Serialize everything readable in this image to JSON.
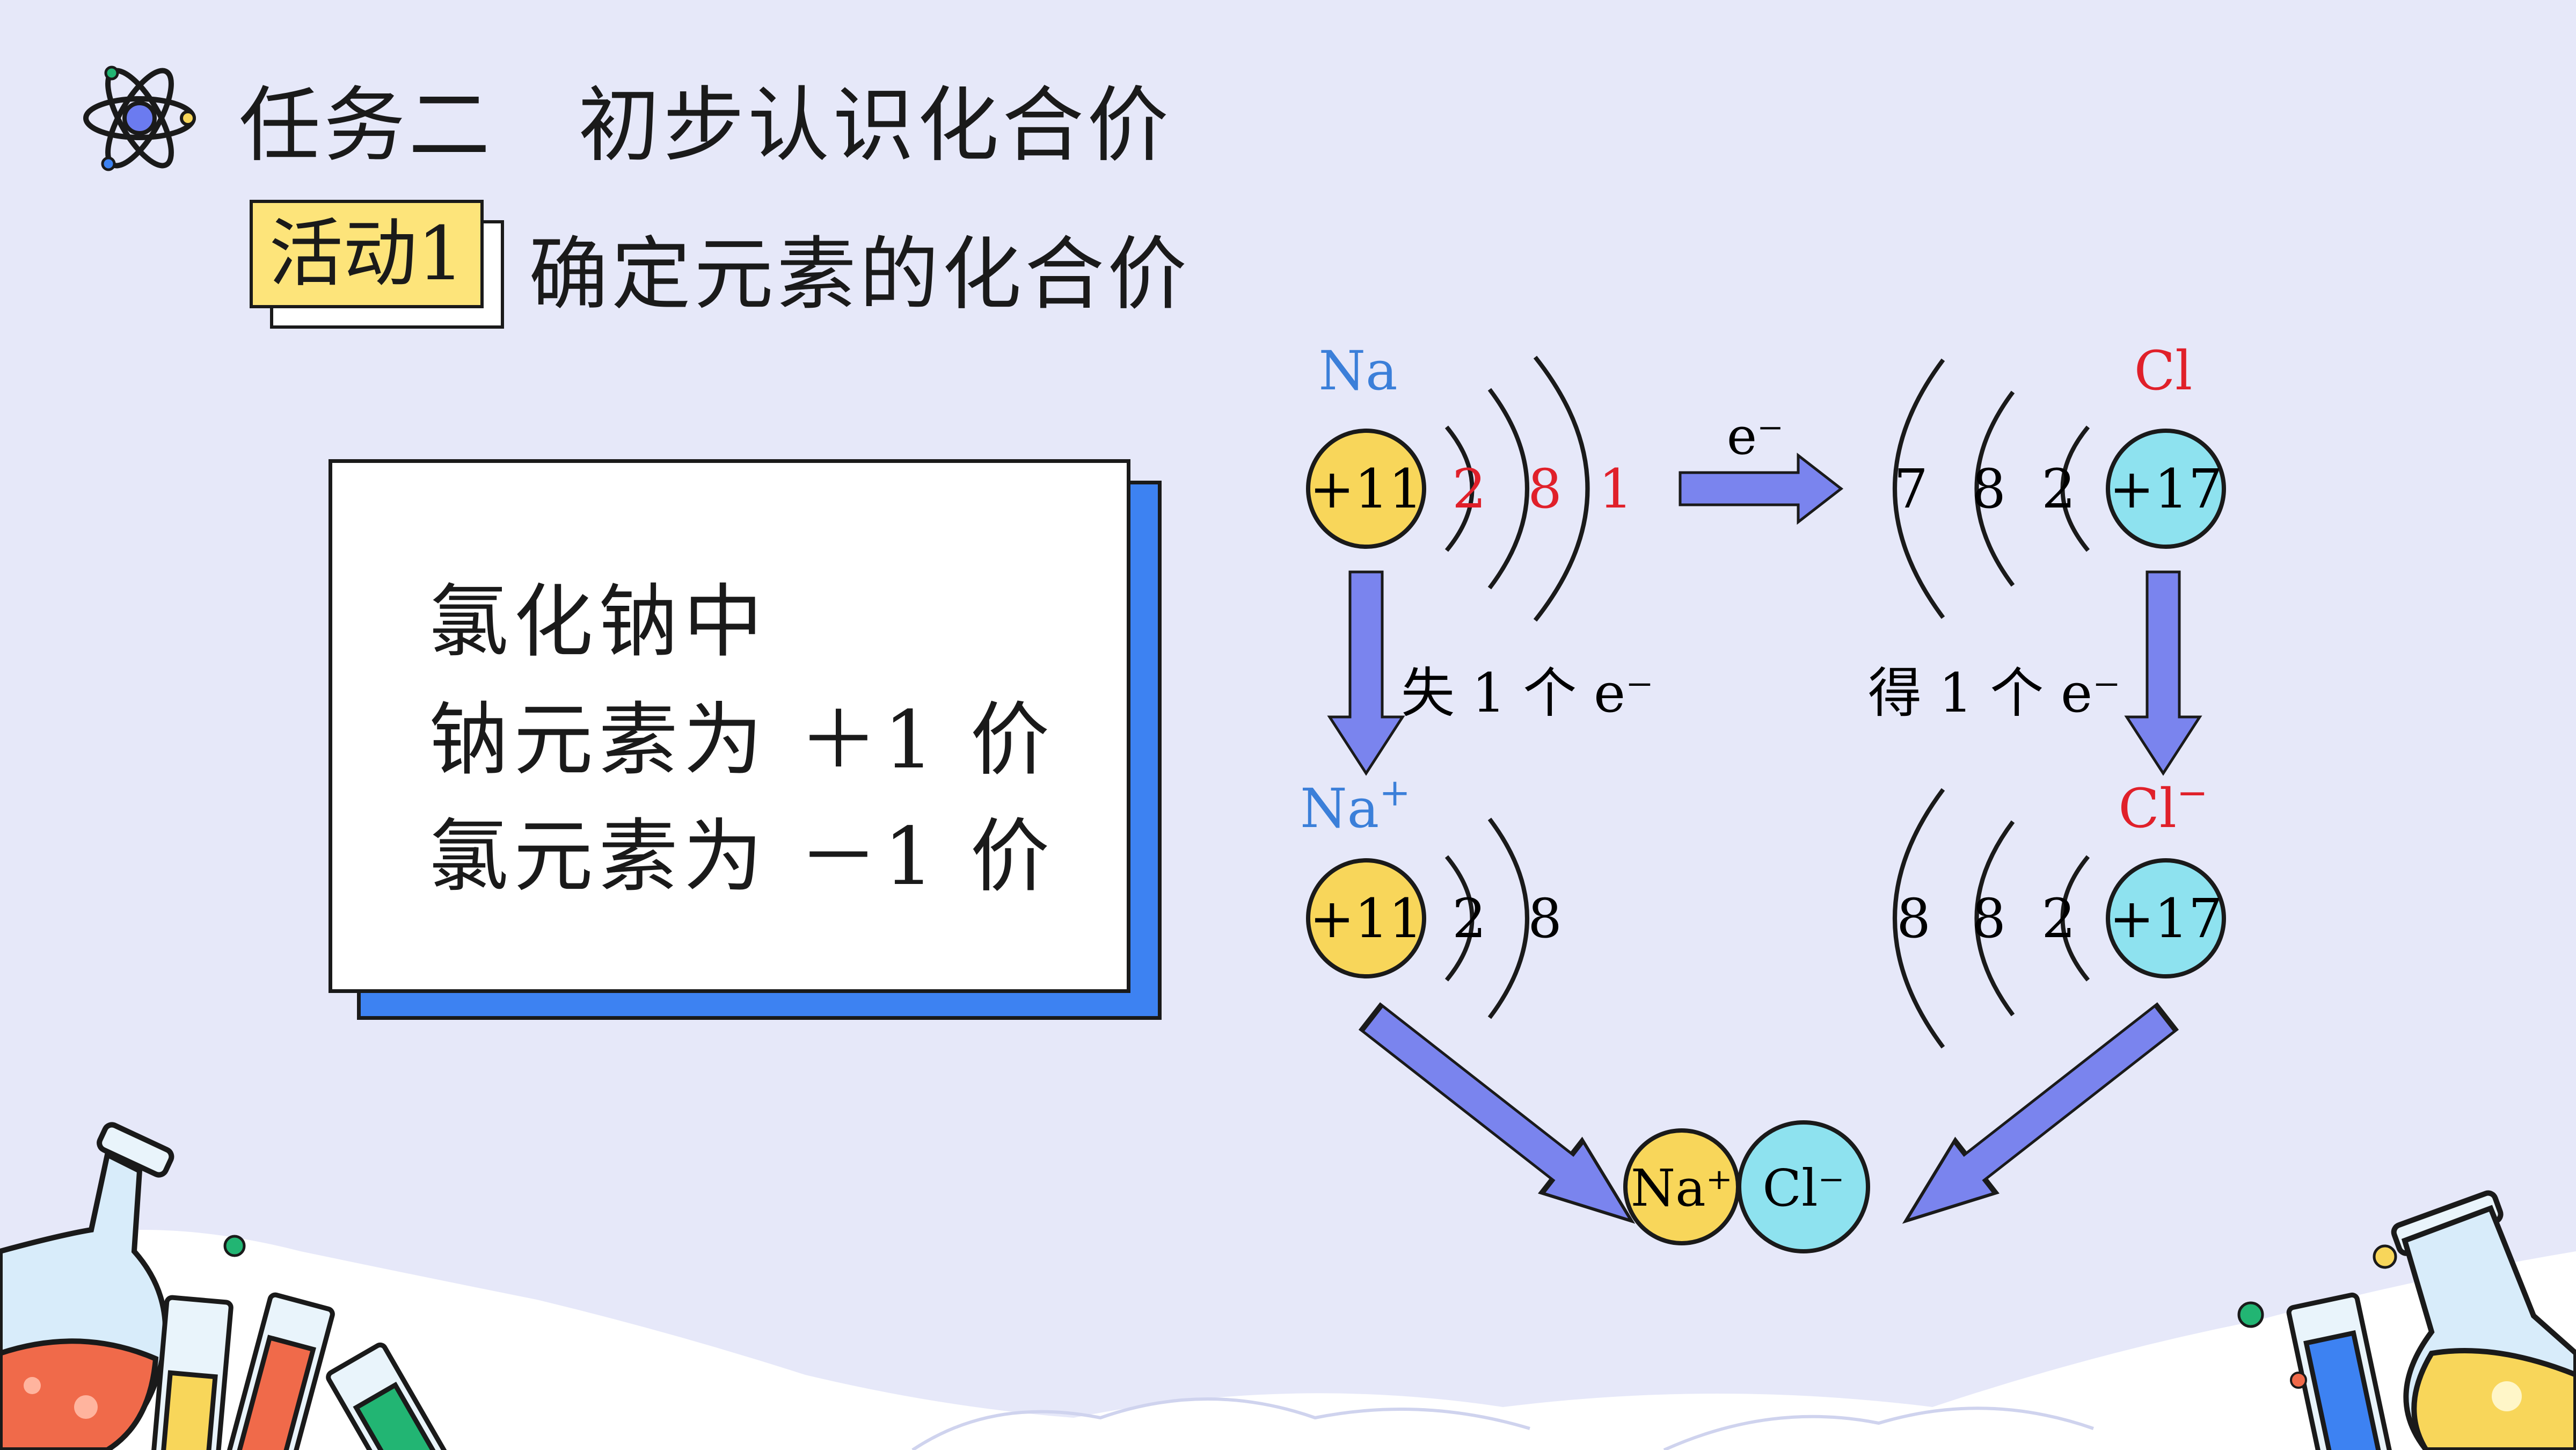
{
  "header": {
    "title": "任务二　初步认识化合价",
    "activity_badge": "活动1",
    "activity_title": "确定元素的化合价"
  },
  "summary_card": {
    "lines": [
      "氯化钠中",
      "钠元素为 ＋1 价",
      "氯元素为 －1 价"
    ]
  },
  "diagram": {
    "na_atom": {
      "symbol": "Na",
      "nucleus": "+11",
      "shells": [
        "2",
        "8",
        "1"
      ]
    },
    "cl_atom": {
      "symbol": "Cl",
      "nucleus": "+17",
      "shells": [
        "7",
        "8",
        "2"
      ]
    },
    "transfer_label": "e⁻",
    "na_ion": {
      "symbol": "Na",
      "charge": "+",
      "nucleus": "+11",
      "shells": [
        "2",
        "8"
      ]
    },
    "cl_ion": {
      "symbol": "Cl",
      "charge": "−",
      "nucleus": "+17",
      "shells": [
        "8",
        "8",
        "2"
      ]
    },
    "lose_label": "失 1 个 e⁻",
    "gain_label": "得 1 个 e⁻",
    "product": {
      "cation": "Na⁺",
      "anion": "Cl⁻"
    }
  },
  "colors": {
    "background": "#e6e8f9",
    "nucleus_na": "#f8d65a",
    "nucleus_cl": "#8ee2ef",
    "highlight_red": "#e0202a",
    "symbol_blue": "#3b7fd9",
    "arrow": "#7a84ee",
    "card_accent": "#3d82f2",
    "badge": "#fde47a"
  }
}
